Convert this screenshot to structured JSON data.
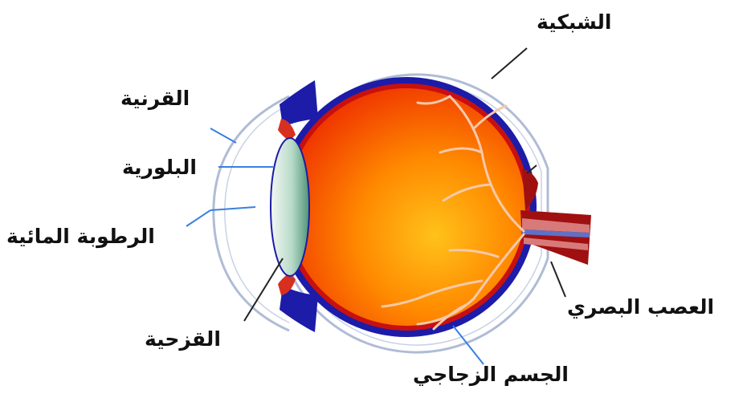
{
  "labels": {
    "retina": "الشبكية",
    "cornea": "القرنية",
    "lens": "البلورية",
    "aqueous": "الرطوبة المائية",
    "iris": "القزحية",
    "optic_nerve": "العصب البصري",
    "vitreous": "الجسم الزجاجي"
  },
  "colors": {
    "sclera_outline": "#b8c4dc",
    "choroid": "#1a1aa6",
    "retina_red": "#c40f0f",
    "vitreous_center": "#ffb000",
    "vitreous_edge": "#ff3a00",
    "lens_light": "#e8f3ec",
    "lens_dark": "#5c9f80",
    "iris": "#d83020",
    "vessel": "#f4c8a8",
    "nerve": "#a01010",
    "pointer_blue": "#3a7fe0",
    "pointer_dark": "#222222"
  }
}
